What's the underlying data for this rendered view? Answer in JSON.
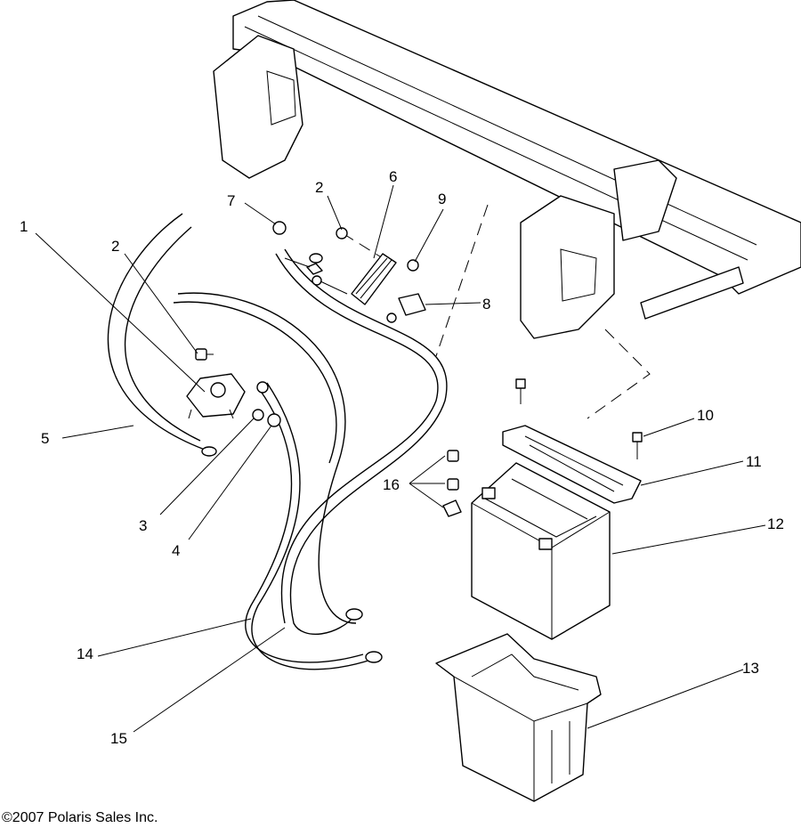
{
  "callouts": {
    "c1": "1",
    "c2a": "2",
    "c2b": "2",
    "c3": "3",
    "c4": "4",
    "c5": "5",
    "c6": "6",
    "c7": "7",
    "c8": "8",
    "c9": "9",
    "c10": "10",
    "c11": "11",
    "c12": "12",
    "c13": "13",
    "c14": "14",
    "c15": "15",
    "c16": "16"
  },
  "copyright": "©2007 Polaris Sales Inc."
}
